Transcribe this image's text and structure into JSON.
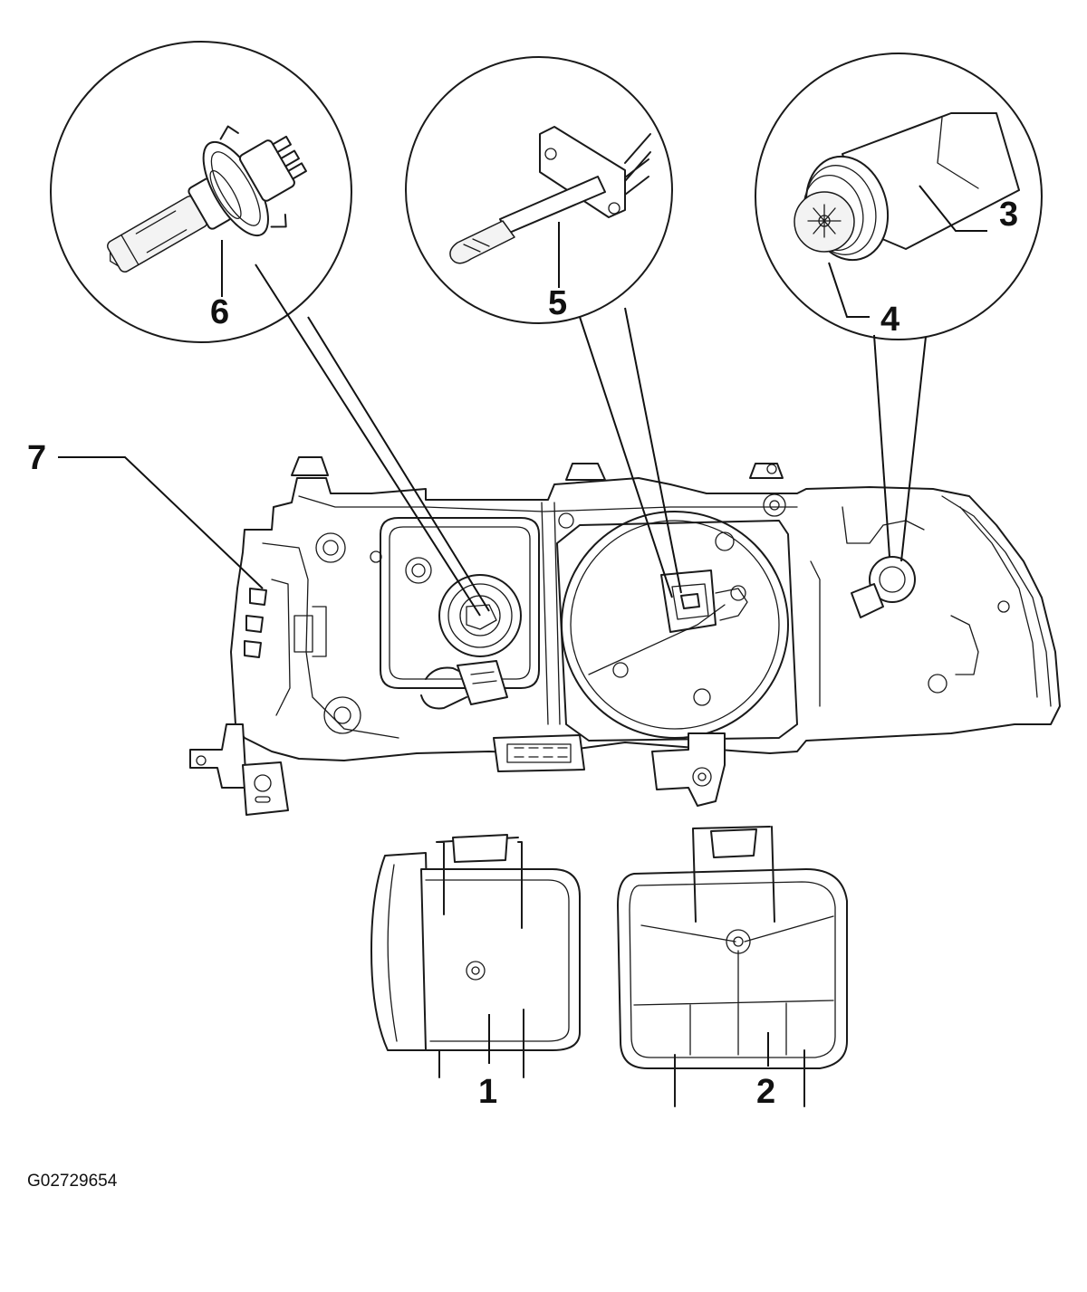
{
  "callouts": [
    {
      "id": "1",
      "label": "1"
    },
    {
      "id": "2",
      "label": "2"
    },
    {
      "id": "3",
      "label": "3"
    },
    {
      "id": "4",
      "label": "4"
    },
    {
      "id": "5",
      "label": "5"
    },
    {
      "id": "6",
      "label": "6"
    },
    {
      "id": "7",
      "label": "7"
    }
  ],
  "drawing_code": "G02729654",
  "colors": {
    "line": "#1a1a1a",
    "background": "#ffffff"
  }
}
